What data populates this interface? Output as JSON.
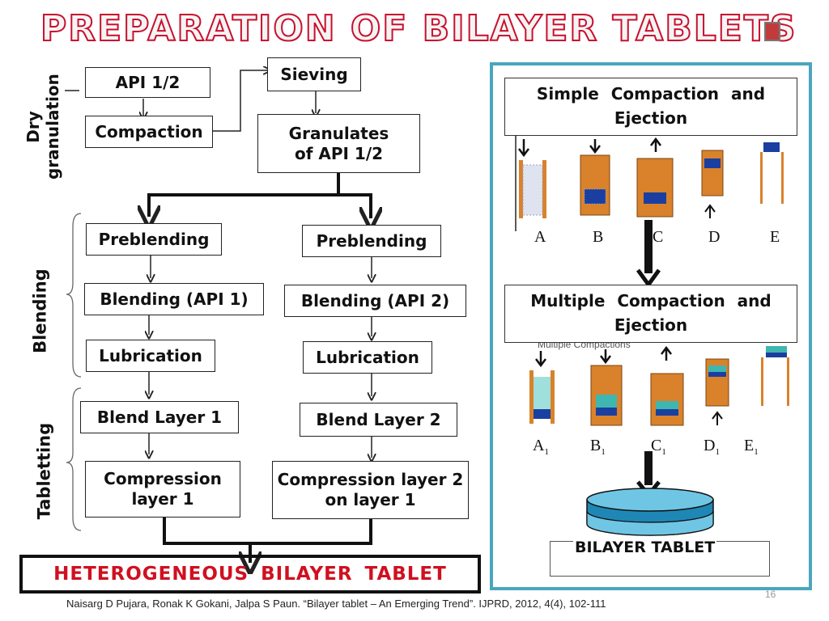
{
  "title": "PREPARATION OF BILAYER TABLETS",
  "side_labels": {
    "dry_granulation": "Dry granulation",
    "blending": "Blending",
    "tabletting": "Tabletting"
  },
  "flow": {
    "api_half": "API 1/2",
    "compaction": "Compaction",
    "sieving": "Sieving",
    "granulates": "Granulates of API 1/2",
    "preblending_left": "Preblending",
    "preblending_right": "Preblending",
    "blending_api1": "Blending (API 1)",
    "blending_api2": "Blending (API 2)",
    "lubrication_left": "Lubrication",
    "lubrication_right": "Lubrication",
    "blend_layer1": "Blend Layer 1",
    "blend_layer2": "Blend Layer 2",
    "compression_layer1": "Compression layer 1",
    "compression_layer2": "Compression layer 2 on layer 1",
    "final": "HETEROGENEOUS BILAYER TABLET"
  },
  "panel": {
    "simple_title": "Simple Compaction and Ejection",
    "simple_letters": [
      "A",
      "B",
      "C",
      "D",
      "E"
    ],
    "multiple_title": "Multiple Compaction and Ejection",
    "multiple_caption": "Multiple Compactions",
    "multiple_letters": [
      "A",
      "B",
      "C",
      "D",
      "E"
    ],
    "multiple_subscripts": [
      "1",
      "1",
      "1",
      "1",
      "1"
    ],
    "tablet_label": "BILAYER TABLET"
  },
  "citation": "Naisarg D Pujara, Ronak K Gokani, Jalpa S Paun. “Bilayer tablet – An Emerging Trend”. IJPRD, 2012, 4(4), 102-111",
  "page_number": "16",
  "colors": {
    "title_outline": "#c8102e",
    "final_text": "#d01020",
    "panel_border": "#4aa6bd",
    "die": "#d9822b",
    "powder_blue": "#1b3fa0",
    "powder_teal": "#3fb6b0",
    "tablet_top": "#6fc6e4",
    "tablet_side": "#1f87b5"
  }
}
